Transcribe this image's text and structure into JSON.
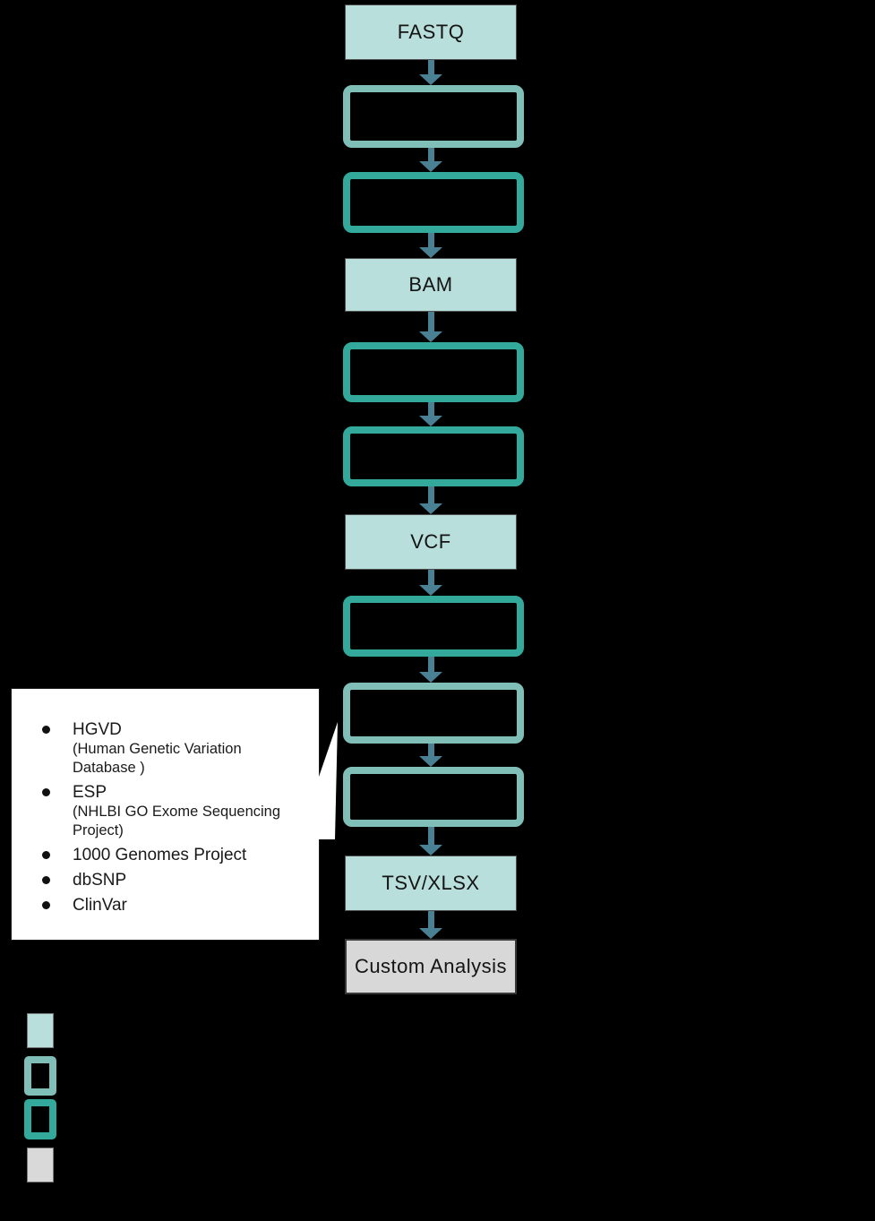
{
  "background": "#000000",
  "colors": {
    "node_fill_teal": "#b8dfdb",
    "node_outline_teal_vivid": "#33a99b",
    "node_outline_teal_muted": "#7fbfb7",
    "node_fill_gray": "#d8d8d8",
    "arrow": "#4a8093",
    "callout_background": "#ffffff",
    "text": "#141414"
  },
  "flow": {
    "nodes": [
      {
        "label": "FASTQ",
        "kind": "filled-teal"
      },
      {
        "label": "",
        "kind": "outline-muted"
      },
      {
        "label": "",
        "kind": "outline-vivid"
      },
      {
        "label": "BAM",
        "kind": "filled-teal"
      },
      {
        "label": "",
        "kind": "outline-vivid"
      },
      {
        "label": "",
        "kind": "outline-vivid"
      },
      {
        "label": "VCF",
        "kind": "filled-teal"
      },
      {
        "label": "",
        "kind": "outline-vivid"
      },
      {
        "label": "",
        "kind": "outline-muted"
      },
      {
        "label": "",
        "kind": "outline-muted"
      },
      {
        "label": "TSV/XLSX",
        "kind": "filled-teal"
      },
      {
        "label": "Custom Analysis",
        "kind": "filled-gray"
      }
    ]
  },
  "callout": {
    "items": [
      {
        "text": "HGVD",
        "sub_lines": [
          "(Human Genetic Variation",
          "Database )"
        ]
      },
      {
        "text": "ESP",
        "sub_lines": [
          "(NHLBI GO Exome Sequencing",
          "Project)"
        ]
      },
      {
        "text": "1000 Genomes Project",
        "sub_lines": []
      },
      {
        "text": "dbSNP",
        "sub_lines": []
      },
      {
        "text": "ClinVar",
        "sub_lines": []
      }
    ]
  },
  "legend": {
    "swatches": [
      {
        "name": "filled-light-teal",
        "style": "filled",
        "color": "#b8dfdb"
      },
      {
        "name": "outline-muted-teal",
        "style": "outline",
        "color": "#7fbfb7"
      },
      {
        "name": "outline-vivid-teal",
        "style": "outline",
        "color": "#33a99b"
      },
      {
        "name": "filled-gray",
        "style": "filled",
        "color": "#d9d9d9"
      }
    ]
  }
}
